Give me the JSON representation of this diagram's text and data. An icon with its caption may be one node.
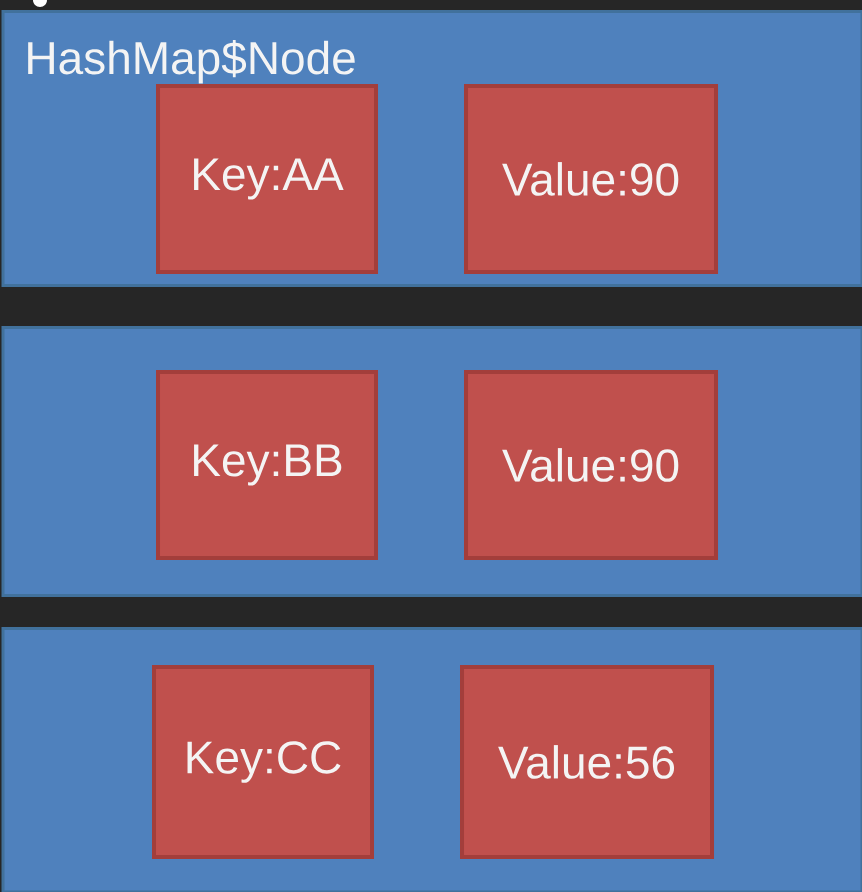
{
  "diagram": {
    "nodes": [
      {
        "text": [
          "HashMap$Node"
        ]
      },
      {
        "text": [
          "Key:AA"
        ],
        "in": 0
      },
      {
        "text": [
          "Value:90"
        ],
        "in": 0
      },
      {
        "text": [],
        "shape": "box"
      },
      {
        "text": [
          "Key:BB"
        ],
        "in": 3
      },
      {
        "text": [
          "Value:90"
        ],
        "in": 3
      },
      {
        "text": [],
        "shape": "box"
      },
      {
        "text": [
          "Key:CC"
        ],
        "in": 6
      },
      {
        "text": [
          "Value:56"
        ],
        "in": 6
      }
    ]
  }
}
